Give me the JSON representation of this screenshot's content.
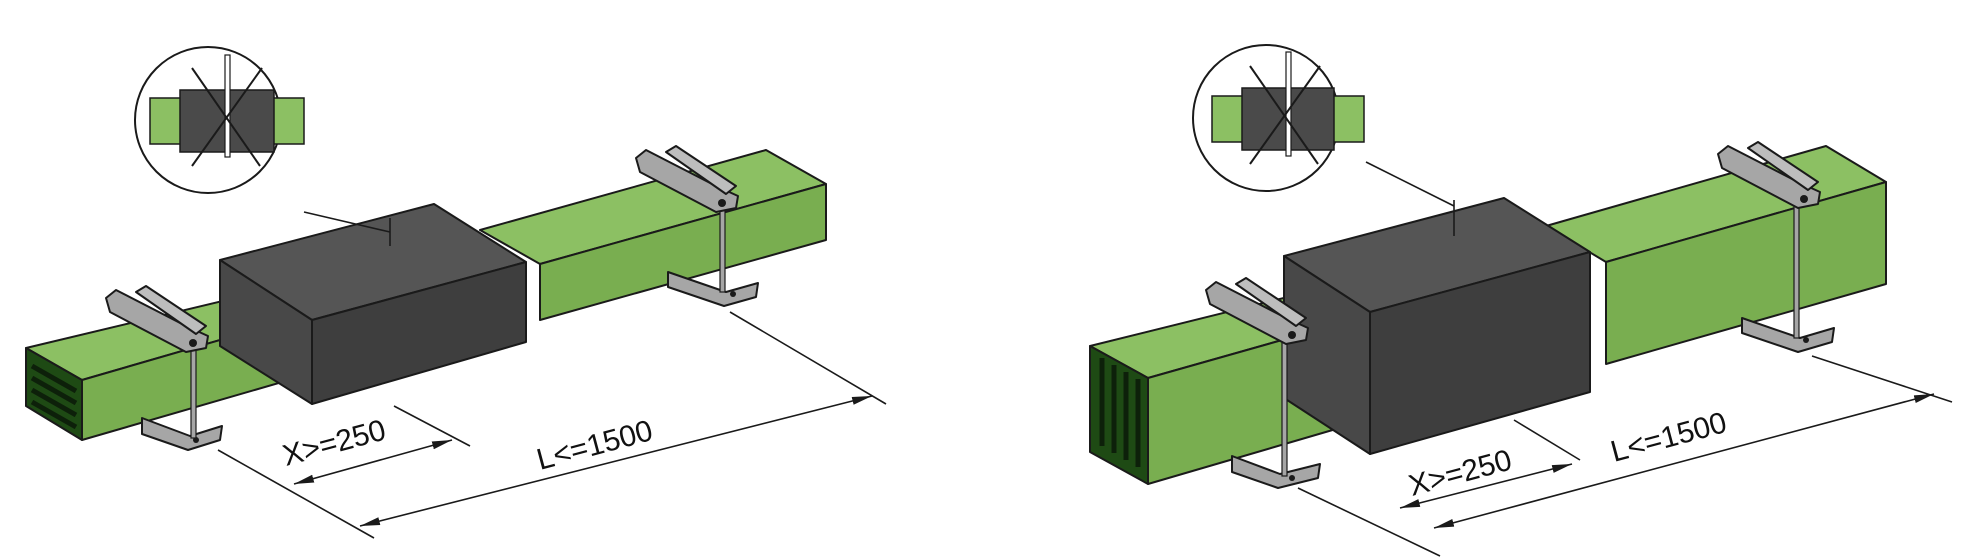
{
  "colors": {
    "duct_light": "#8cc063",
    "duct_mid": "#79ae50",
    "duct_dark": "#1e4a14",
    "damper_top": "#555555",
    "damper_front": "#3e3e3e",
    "damper_side": "#484848",
    "support": "#a6a6a6",
    "support_dark": "#7f7f7f",
    "line": "#1a1a1a"
  },
  "diagrams": [
    {
      "variant": "horizontal-louvres",
      "dimension_x": "X>=250",
      "dimension_l": "L<=1500"
    },
    {
      "variant": "vertical-louvres",
      "dimension_x": "X>=250",
      "dimension_l": "L<=1500"
    }
  ]
}
